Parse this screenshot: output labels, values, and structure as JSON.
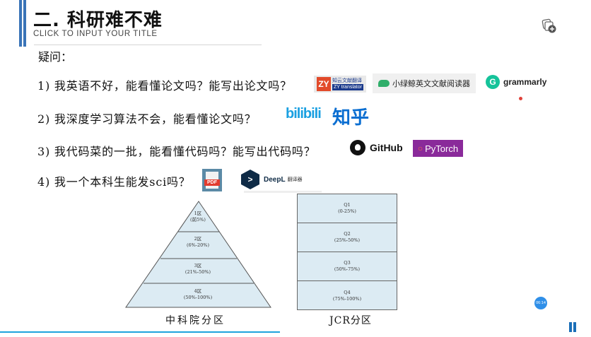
{
  "slide": {
    "title": "二. 科研难不难",
    "subtitle": "CLICK TO INPUT YOUR TITLE",
    "questions_header": "疑问：",
    "questions": [
      {
        "text": "1) 我英语不好，能看懂论文吗？能写出论文吗？",
        "tools": [
          "知云文献翻译 ZY translator",
          "小绿鲸英文文献阅读器",
          "grammarly"
        ]
      },
      {
        "text": "2) 我深度学习算法不会，能看懂论文吗？",
        "tools": [
          "bilibili",
          "知乎"
        ]
      },
      {
        "text": "3) 我代码菜的一批，能看懂代码吗？能写出代码吗？",
        "tools": [
          "GitHub",
          "PyTorch"
        ]
      },
      {
        "text": "4) 我一个本科生能发sci吗？",
        "tools": [
          "PDF",
          "DeepL 翻译器"
        ]
      }
    ],
    "logos": {
      "zy_badge": "ZY",
      "zy_name": "知云文献翻译",
      "zy_sub": "ZY translator",
      "whale": "小绿鲸英文文献阅读器",
      "grammarly_icon": "G",
      "grammarly": "grammarly",
      "bilibili": "bilibili",
      "zhihu": "知乎",
      "github": "GitHub",
      "pytorch": "PyTorch",
      "pdf": "PDF",
      "deepl": "DeepL",
      "deepl_sub": "翻译器"
    },
    "cas_pyramid": {
      "caption": "中科院分区",
      "tiers": [
        {
          "name": "1区",
          "range": "(前5%)"
        },
        {
          "name": "2区",
          "range": "(6%-20%)"
        },
        {
          "name": "3区",
          "range": "(21%-50%)"
        },
        {
          "name": "4区",
          "range": "(50%-100%)"
        }
      ]
    },
    "jcr": {
      "caption": "JCR分区",
      "tiers": [
        {
          "name": "Q1",
          "range": "(0-25%)"
        },
        {
          "name": "Q2",
          "range": "(25%-50%)"
        },
        {
          "name": "Q3",
          "range": "(50%-75%)"
        },
        {
          "name": "Q4",
          "range": "(75%-100%)"
        }
      ]
    }
  },
  "player": {
    "timestamp": "06:14",
    "pause_icon": "pause-icon",
    "add_slide_icon": "add-slide-icon"
  },
  "colors": {
    "accent": "#3a74b8",
    "bottom_line": "#1ea3dc",
    "tier_fill": "#dcebf3"
  }
}
